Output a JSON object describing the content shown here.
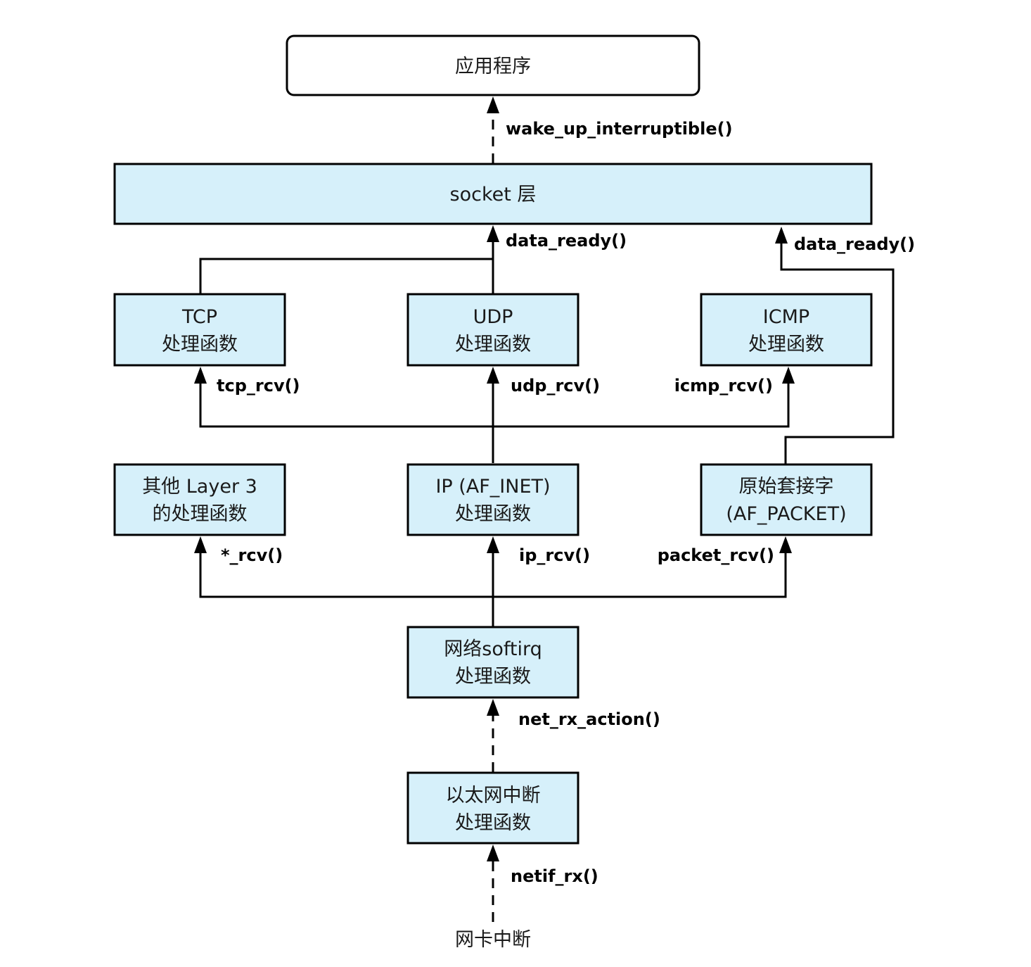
{
  "nodes": {
    "app": {
      "lines": [
        "应用程序"
      ]
    },
    "socket": {
      "lines": [
        "socket 层"
      ]
    },
    "tcp": {
      "lines": [
        "TCP",
        "处理函数"
      ]
    },
    "udp": {
      "lines": [
        "UDP",
        "处理函数"
      ]
    },
    "icmp": {
      "lines": [
        "ICMP",
        "处理函数"
      ]
    },
    "other_l3": {
      "lines": [
        "其他 Layer 3",
        "的处理函数"
      ]
    },
    "ip": {
      "lines": [
        "IP (AF_INET)",
        "处理函数"
      ]
    },
    "raw_socket": {
      "lines": [
        "原始套接字",
        "(AF_PACKET)"
      ]
    },
    "softirq": {
      "lines": [
        "网络softirq",
        "处理函数"
      ]
    },
    "eth_irq": {
      "lines": [
        "以太网中断",
        "处理函数"
      ]
    },
    "nic_irq": {
      "lines": [
        "网卡中断"
      ]
    }
  },
  "edge_labels": {
    "wake_up": "wake_up_interruptible()",
    "data_ready_main": "data_ready()",
    "data_ready_raw": "data_ready()",
    "tcp_rcv": "tcp_rcv()",
    "udp_rcv": "udp_rcv()",
    "icmp_rcv": "icmp_rcv()",
    "star_rcv": "*_rcv()",
    "ip_rcv": "ip_rcv()",
    "packet_rcv": "packet_rcv()",
    "net_rx_action": "net_rx_action()",
    "netif_rx": "netif_rx()"
  },
  "colors": {
    "box_fill": "#d6f0fa",
    "app_fill": "#ffffff",
    "stroke": "#000000"
  }
}
